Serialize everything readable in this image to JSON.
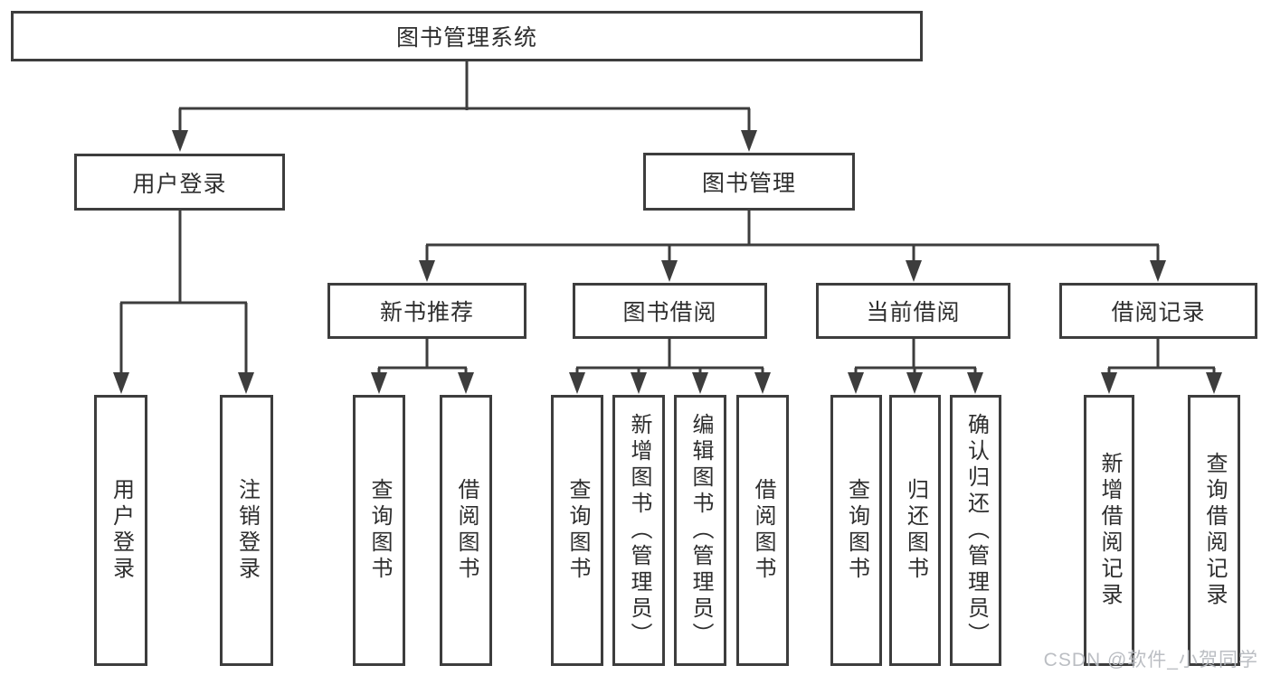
{
  "diagram": {
    "root": {
      "label": "图书管理系统"
    },
    "level2": {
      "user_login": {
        "label": "用户登录"
      },
      "book_mgmt": {
        "label": "图书管理"
      }
    },
    "level3": {
      "new_book": {
        "label": "新书推荐"
      },
      "book_borrow": {
        "label": "图书借阅"
      },
      "current_borrow": {
        "label": "当前借阅"
      },
      "borrow_record": {
        "label": "借阅记录"
      }
    },
    "leaves": {
      "login_user_login": {
        "label": "用户登录"
      },
      "login_logout": {
        "label": "注销登录"
      },
      "nb_query_book": {
        "label": "查询图书"
      },
      "nb_borrow_book": {
        "label": "借阅图书"
      },
      "bb_query_book": {
        "label": "查询图书"
      },
      "bb_add_book": {
        "label": "新增图书（管理员）"
      },
      "bb_edit_book": {
        "label": "编辑图书（管理员）"
      },
      "bb_borrow_book": {
        "label": "借阅图书"
      },
      "cb_query_book": {
        "label": "查询图书"
      },
      "cb_return_book": {
        "label": "归还图书"
      },
      "cb_confirm_return": {
        "label": "确认归还（管理员）"
      },
      "br_add_record": {
        "label": "新增借阅记录"
      },
      "br_query_record": {
        "label": "查询借阅记录"
      }
    }
  },
  "watermark": {
    "text": "CSDN @软件_小贺同学"
  },
  "colors": {
    "line": "#3d3d3d",
    "box_border": "#3d3d3d",
    "text": "#2e2e2e",
    "watermark": "#b7bbc0",
    "background": "#ffffff"
  }
}
